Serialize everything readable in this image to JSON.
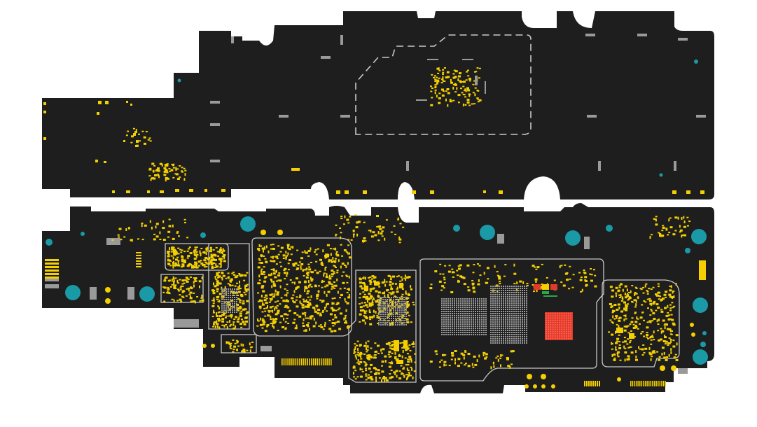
{
  "viewer": {
    "board_color": "#1e1e1e",
    "outline_color": "#c8c8c8",
    "pad_color": "#f5d000",
    "gray_pad_color": "#9a9a9a",
    "hole_color": "#1a9aa6",
    "highlight_color": "#e23a2a",
    "status_colors": [
      "#e23a2a",
      "#f5d000",
      "#2aa84a"
    ]
  },
  "boards": [
    {
      "name": "upper-board-layer",
      "label": ""
    },
    {
      "name": "lower-board-layer",
      "label": ""
    }
  ],
  "components": {
    "highlighted": "red-bga-chip"
  }
}
